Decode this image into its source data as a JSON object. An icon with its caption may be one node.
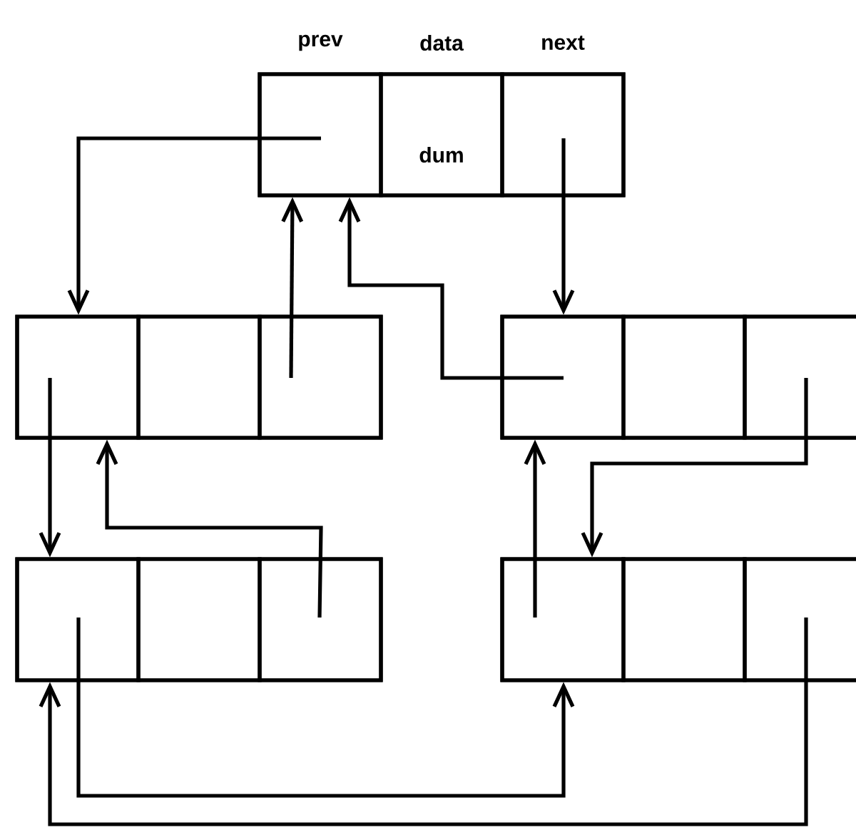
{
  "diagram": {
    "nodes": [
      {
        "text": [],
        "shape": "box"
      },
      {
        "text": [
          "prev"
        ],
        "in": 0
      },
      {
        "text": [
          "data",
          "dum"
        ],
        "in": 0
      },
      {
        "text": [
          "next"
        ],
        "in": 0
      },
      {
        "text": [],
        "shape": "box"
      },
      {
        "text": [],
        "shape": "box",
        "in": 4
      },
      {
        "text": [],
        "shape": "box",
        "in": 4
      },
      {
        "text": [],
        "shape": "box",
        "in": 4
      },
      {
        "text": [],
        "shape": "box"
      },
      {
        "text": [],
        "shape": "box",
        "in": 8
      },
      {
        "text": [],
        "shape": "box",
        "in": 8
      },
      {
        "text": [],
        "shape": "box",
        "in": 8
      },
      {
        "text": [],
        "shape": "box"
      },
      {
        "text": [],
        "shape": "box",
        "in": 12
      },
      {
        "text": [],
        "shape": "box",
        "in": 12
      },
      {
        "text": [],
        "shape": "box",
        "in": 12
      },
      {
        "text": [],
        "shape": "box"
      },
      {
        "text": [],
        "shape": "box",
        "in": 16
      },
      {
        "text": [],
        "shape": "box",
        "in": 16
      },
      {
        "text": [],
        "shape": "box",
        "in": 16
      }
    ],
    "edges": [
      {
        "from": 1,
        "to": 4,
        "arrow": "to"
      },
      {
        "from": 3,
        "to": 8,
        "arrow": "to"
      },
      {
        "from": 7,
        "to": 0,
        "arrow": "to"
      },
      {
        "from": 9,
        "to": 0,
        "arrow": "to"
      },
      {
        "from": 5,
        "to": 12,
        "arrow": "to"
      },
      {
        "from": 15,
        "to": 4,
        "arrow": "to"
      },
      {
        "from": 11,
        "to": 16,
        "arrow": "to"
      },
      {
        "from": 17,
        "to": 8,
        "arrow": "to"
      },
      {
        "from": 13,
        "to": 16,
        "arrow": "to"
      },
      {
        "from": 19,
        "to": 12,
        "arrow": "to"
      }
    ]
  }
}
